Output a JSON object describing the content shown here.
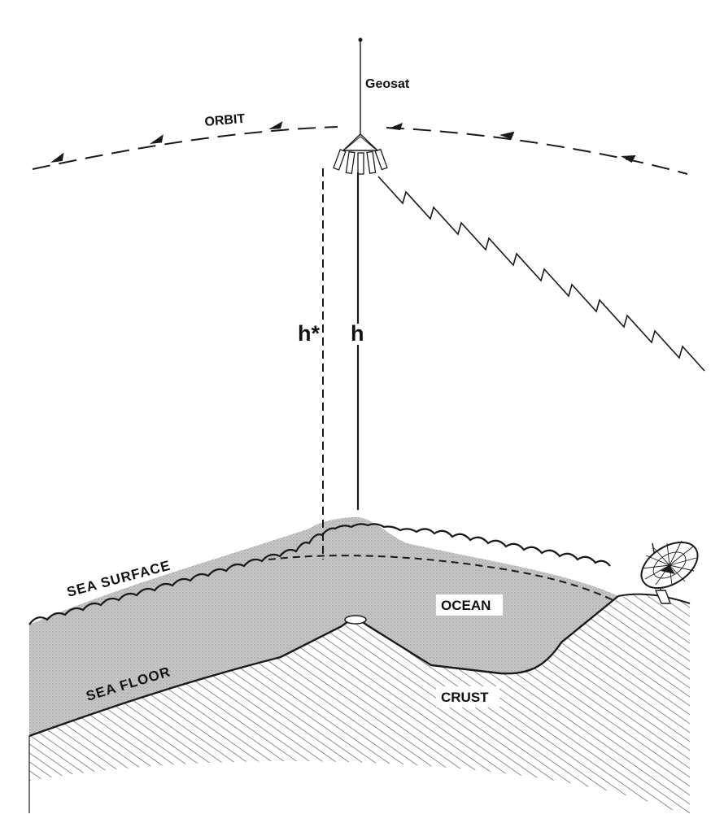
{
  "labels": {
    "satellite": "Geosat",
    "orbit": "ORBIT",
    "h_star": "h*",
    "h": "h",
    "sea_surface": "SEA SURFACE",
    "ocean": "OCEAN",
    "sea_floor": "SEA FLOOR",
    "crust": "CRUST"
  },
  "colors": {
    "ink": "#1a1a1a",
    "ocean_fill": "#c4c4c4",
    "crust_hatch": "#555555",
    "background": "#ffffff"
  },
  "icons": {
    "satellite": "satellite-icon",
    "ground_station": "satellite-dish-icon",
    "orbit_arrows": "arrow-left-icon"
  }
}
